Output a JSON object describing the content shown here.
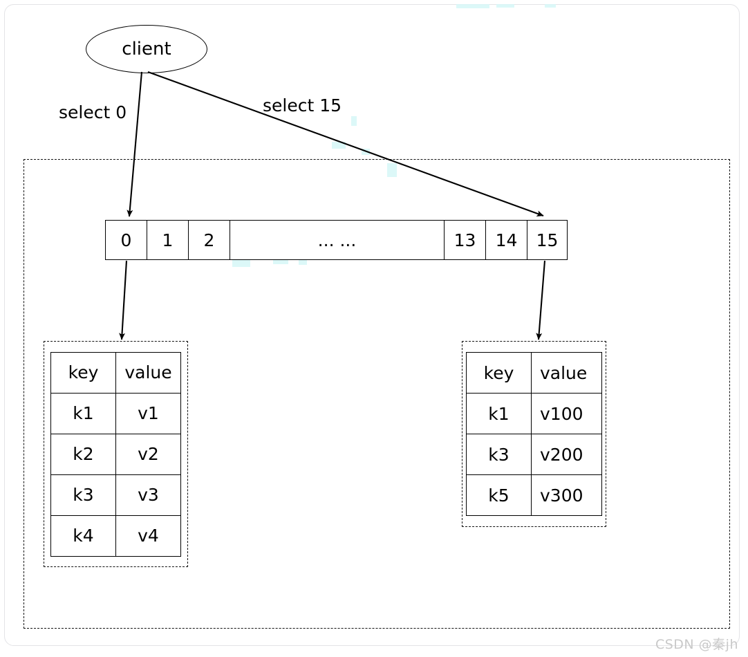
{
  "diagram": {
    "title_node": {
      "label": "client"
    },
    "edges": [
      {
        "name": "select-0",
        "label": "select 0",
        "from": "client",
        "to": "db-0"
      },
      {
        "name": "select-15",
        "label": "select 15",
        "from": "client",
        "to": "db-15"
      }
    ],
    "server_container": {
      "name": "redis-server-boundary",
      "style": "dashed"
    },
    "db_bar": {
      "name": "database-index-bar",
      "cells": [
        {
          "label": "0",
          "width": "small"
        },
        {
          "label": "1",
          "width": "small"
        },
        {
          "label": "2",
          "width": "small"
        },
        {
          "label": "... ...",
          "width": "wide"
        },
        {
          "label": "13",
          "width": "small"
        },
        {
          "label": "14",
          "width": "small"
        },
        {
          "label": "15",
          "width": "last"
        }
      ]
    },
    "tables": [
      {
        "name": "keyspace-db0",
        "headers": [
          "key",
          "value"
        ],
        "rows": [
          [
            "k1",
            "v1"
          ],
          [
            "k2",
            "v2"
          ],
          [
            "k3",
            "v3"
          ],
          [
            "k4",
            "v4"
          ]
        ]
      },
      {
        "name": "keyspace-db15",
        "headers": [
          "key",
          "value"
        ],
        "rows": [
          [
            "k1",
            "v100"
          ],
          [
            "k3",
            "v200"
          ],
          [
            "k5",
            "v300"
          ]
        ]
      }
    ]
  },
  "watermark": {
    "text": "CSDN @秦jh"
  },
  "colors": {
    "stroke": "#000000",
    "dashed": "#111111",
    "frame": "#e3e3e6",
    "watermark": "#c9c9c9",
    "background": "#ffffff"
  }
}
